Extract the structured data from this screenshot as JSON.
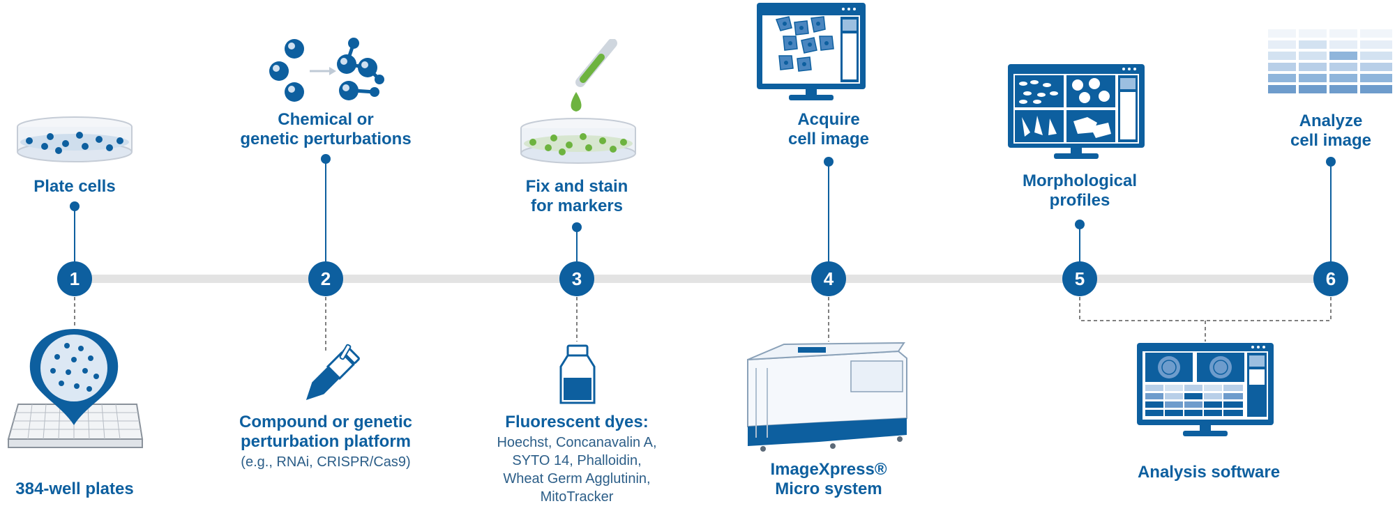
{
  "steps": [
    {
      "number": "1",
      "label": [
        "Plate cells"
      ]
    },
    {
      "number": "2",
      "label": [
        "Chemical or",
        "genetic perturbations"
      ]
    },
    {
      "number": "3",
      "label": [
        "Fix and stain",
        "for markers"
      ]
    },
    {
      "number": "4",
      "label": [
        "Acquire",
        "cell image"
      ]
    },
    {
      "number": "5",
      "label": [
        "Morphological",
        "profiles"
      ]
    },
    {
      "number": "6",
      "label": [
        "Analyze",
        "cell image"
      ]
    }
  ],
  "tools": {
    "plates": {
      "title": "384-well plates"
    },
    "perturbation": {
      "title": [
        "Compound or genetic",
        "perturbation platform"
      ],
      "detail": "(e.g., RNAi, CRISPR/Cas9)"
    },
    "dyes": {
      "title": "Fluorescent dyes:",
      "detail": [
        "Hoechst, Concanavalin A,",
        "SYTO 14, Phalloidin,",
        "Wheat Germ Agglutinin,",
        "MitoTracker"
      ]
    },
    "imager": {
      "title": [
        "ImageXpress®",
        "Micro system"
      ]
    },
    "software": {
      "title": "Analysis software"
    }
  },
  "colors": {
    "brand": "#0d5f9f",
    "track": "#e3e3e3",
    "stain": "#6db33f",
    "light": "#cfe0f0"
  }
}
